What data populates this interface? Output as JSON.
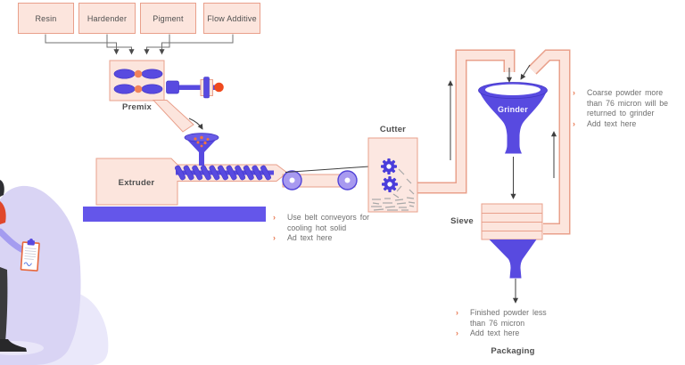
{
  "title": "Powder production process flow diagram",
  "inputs": [
    {
      "label": "Resin"
    },
    {
      "label": "Hardender"
    },
    {
      "label": "Pigment"
    },
    {
      "label": "Flow Additive"
    }
  ],
  "stages": {
    "premix": "Premix",
    "extruder": "Extruder",
    "cutter": "Cutter",
    "grinder": "Grinder",
    "sieve": "Sieve",
    "packaging": "Packaging"
  },
  "notes": {
    "bullet": "›",
    "conveyor": {
      "item1": {
        "line1": "Use belt conveyors for",
        "line2": "cooling hot solid"
      },
      "item2": "Ad text here"
    },
    "grinder": {
      "item1": {
        "line1": "Coarse powder more",
        "line2": "than 76 micron will be",
        "line3": "returned to grinder"
      },
      "item2": "Add text here"
    },
    "packaging": {
      "item1": {
        "line1": "Finished powder less",
        "line2": "than 76 micron"
      },
      "item2": "Add text here"
    }
  },
  "icons": {
    "gear": "gear-icon",
    "funnel": "funnel-icon",
    "propeller": "propeller-icon",
    "clipboard": "clipboard-icon"
  },
  "colors": {
    "peach_fill": "#fce5dd",
    "salmon_border": "#e9a08b",
    "violet": "#584ae0",
    "violet_dark": "#4034c4",
    "base_violet": "#6456ea",
    "wheel_fill": "#a89af0",
    "orange_hub": "#f0835a",
    "red_ball": "#ef4a1e",
    "arrow_dark": "#3f3f3f",
    "connector_gray": "#707070",
    "note_text": "#6f6f6f",
    "bullet_orange": "#e8774f",
    "label_text": "#4f4f4f",
    "blob": "#d9d4f4",
    "blob_light": "#eae8fa",
    "shadow": "#e9e6f9",
    "clipboard_border": "#e8683c"
  }
}
